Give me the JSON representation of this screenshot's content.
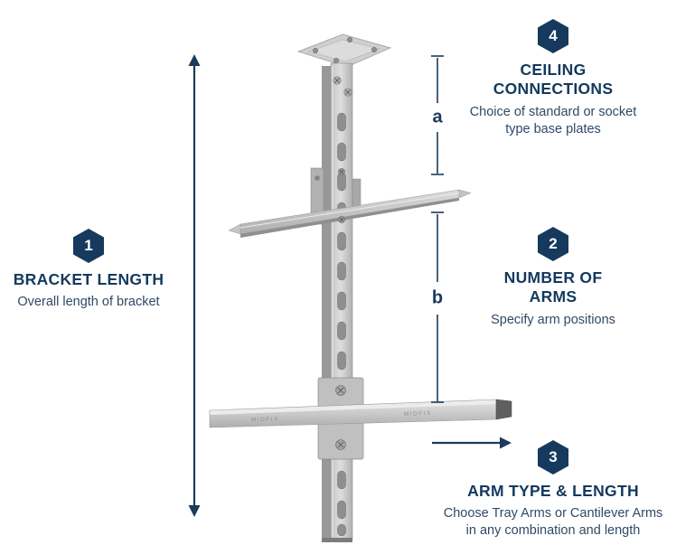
{
  "brand": "MIDFIX",
  "colors": {
    "navy": "#16395e",
    "metal_light": "#dedede",
    "metal_mid": "#c0c0c0",
    "metal_dark": "#8f8f8f"
  },
  "dimension_labels": {
    "a": "a",
    "b": "b"
  },
  "sections": {
    "bracket_length": {
      "badge": "1",
      "title": "BRACKET LENGTH",
      "subtitle": "Overall length of bracket"
    },
    "number_of_arms": {
      "badge": "2",
      "title": "NUMBER OF ARMS",
      "subtitle": "Specify arm positions"
    },
    "arm_type_length": {
      "badge": "3",
      "title": "ARM TYPE & LENGTH",
      "subtitle": "Choose Tray Arms or Cantilever Arms in any combination and length"
    },
    "ceiling_connections": {
      "badge": "4",
      "title": "CEILING CONNECTIONS",
      "subtitle": "Choice of standard or socket type base plates"
    }
  }
}
